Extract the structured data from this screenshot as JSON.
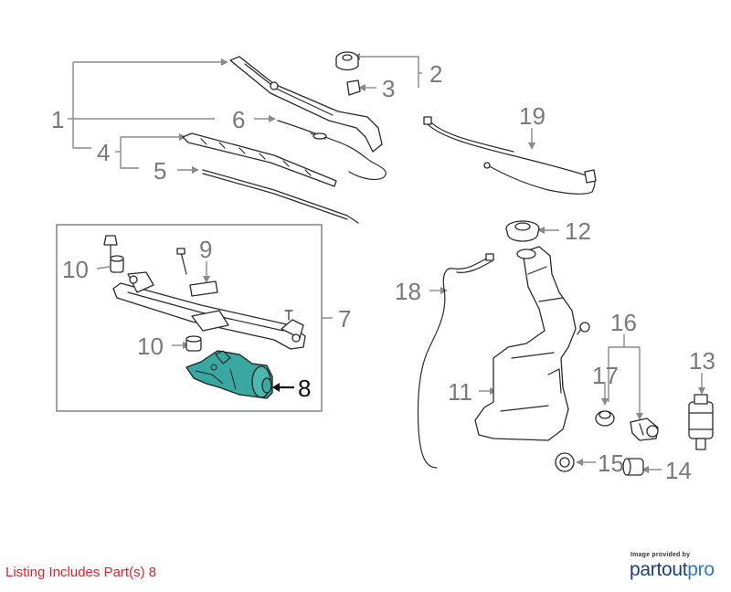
{
  "callouts": {
    "c1": "1",
    "c2": "2",
    "c3": "3",
    "c4": "4",
    "c5": "5",
    "c6": "6",
    "c7": "7",
    "c8": "8",
    "c9": "9",
    "c10a": "10",
    "c10b": "10",
    "c11": "11",
    "c12": "12",
    "c13": "13",
    "c14": "14",
    "c15": "15",
    "c16": "16",
    "c17": "17",
    "c18": "18",
    "c19": "19"
  },
  "highlighted_part": "8",
  "highlight_color": "#3aa8a0",
  "listing_text": "Listing Includes Part(s) 8",
  "listing_color": "#e0242c",
  "credit_small": "Image provided by",
  "brand": {
    "part1": "partout",
    "part2": "pro"
  }
}
